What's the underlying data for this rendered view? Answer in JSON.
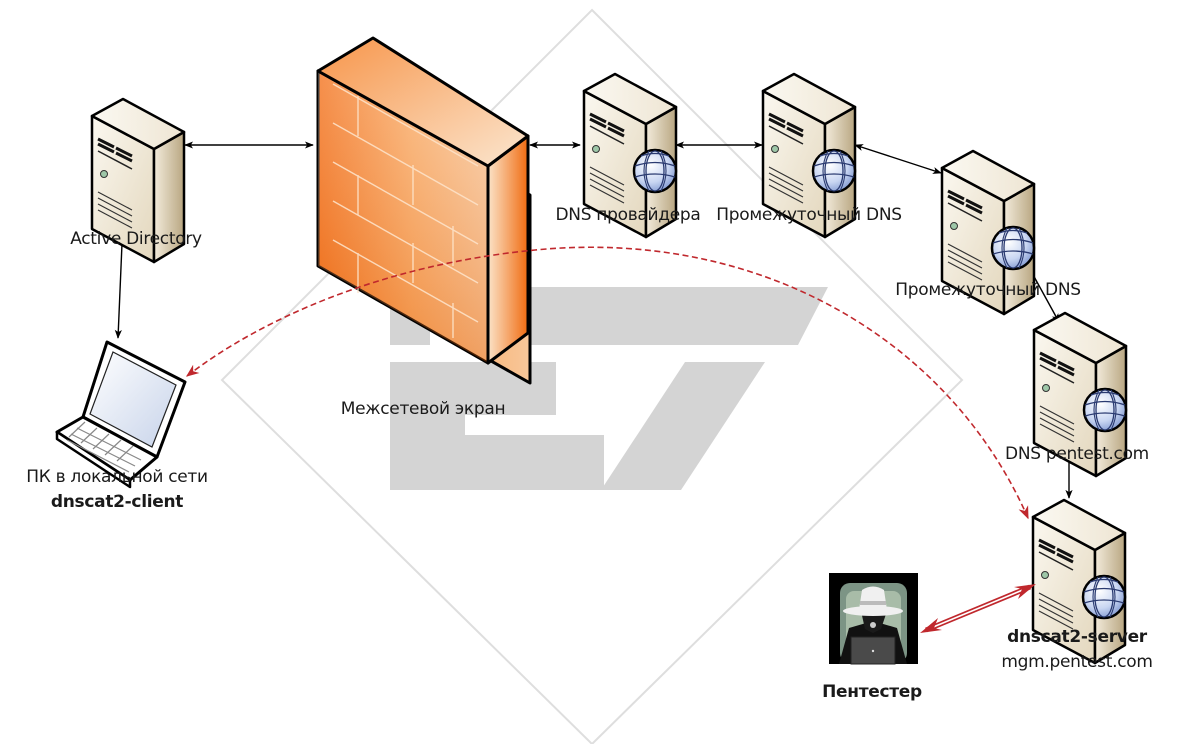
{
  "diagram": {
    "title": "DNS tunnel through firewall (dnscat2)",
    "nodes": {
      "active_directory": {
        "label": "Active Directory",
        "type": "server"
      },
      "firewall": {
        "label": "Межсетевой экран",
        "type": "firewall"
      },
      "dns_provider": {
        "label": "DNS провайдера",
        "type": "dns-server"
      },
      "intermediate_dns_1": {
        "label": "Промежуточный DNS",
        "type": "dns-server"
      },
      "intermediate_dns_2": {
        "label": "Промежуточный DNS",
        "type": "dns-server"
      },
      "dns_pentest": {
        "label": "DNS pentest.com",
        "type": "dns-server"
      },
      "dnscat2_server": {
        "label": "dnscat2-server",
        "sublabel": "mgm.pentest.com",
        "type": "dns-server"
      },
      "client_pc": {
        "label": "ПК в локальной сети",
        "sublabel": "dnscat2-client",
        "type": "laptop"
      },
      "pentester": {
        "label": "Пентестер",
        "type": "hacker-avatar"
      }
    },
    "edges": [
      {
        "from": "active_directory",
        "to": "firewall",
        "style": "solid-bidirectional"
      },
      {
        "from": "firewall",
        "to": "dns_provider",
        "style": "solid-bidirectional"
      },
      {
        "from": "dns_provider",
        "to": "intermediate_dns_1",
        "style": "solid-bidirectional"
      },
      {
        "from": "intermediate_dns_1",
        "to": "intermediate_dns_2",
        "style": "solid-bidirectional"
      },
      {
        "from": "intermediate_dns_2",
        "to": "dns_pentest",
        "style": "solid-bidirectional"
      },
      {
        "from": "dns_pentest",
        "to": "dnscat2_server",
        "style": "solid-bidirectional"
      },
      {
        "from": "active_directory",
        "to": "client_pc",
        "style": "solid-bidirectional"
      },
      {
        "from": "client_pc",
        "to": "dnscat2_server",
        "style": "dashed-red-tunnel"
      },
      {
        "from": "pentester",
        "to": "dnscat2_server",
        "style": "double-red-bidirectional"
      }
    ],
    "colors": {
      "tunnel": "#c0282d",
      "firewall_orange": "#f47b20",
      "server_beige": "#e8dcc4",
      "globe_blue": "#9fb4e0",
      "watermark": "#cccccc"
    }
  }
}
